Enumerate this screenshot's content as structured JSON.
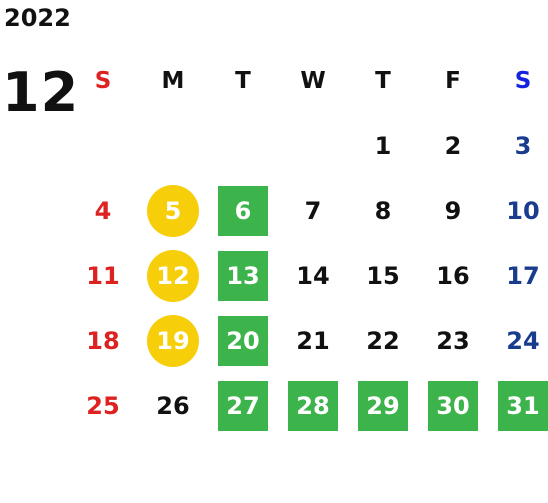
{
  "calendar": {
    "year": "2022",
    "month": "12",
    "weekdays": [
      "S",
      "M",
      "T",
      "W",
      "T",
      "F",
      "S"
    ],
    "weeks": [
      [
        null,
        null,
        null,
        null,
        "1",
        "2",
        "3"
      ],
      [
        "4",
        "5",
        "6",
        "7",
        "8",
        "9",
        "10"
      ],
      [
        "11",
        "12",
        "13",
        "14",
        "15",
        "16",
        "17"
      ],
      [
        "18",
        "19",
        "20",
        "21",
        "22",
        "23",
        "24"
      ],
      [
        "25",
        "26",
        "27",
        "28",
        "29",
        "30",
        "31"
      ]
    ],
    "circled_days": [
      "5",
      "12",
      "19"
    ],
    "boxed_days": [
      "6",
      "13",
      "20",
      "27",
      "28",
      "29",
      "30",
      "31"
    ]
  },
  "colors": {
    "sunday": "#dd2222",
    "saturday": "#1a3c8f",
    "saturday_header": "#1522e0",
    "circle": "#f6cf0a",
    "box": "#3db34c",
    "text": "#111111"
  }
}
